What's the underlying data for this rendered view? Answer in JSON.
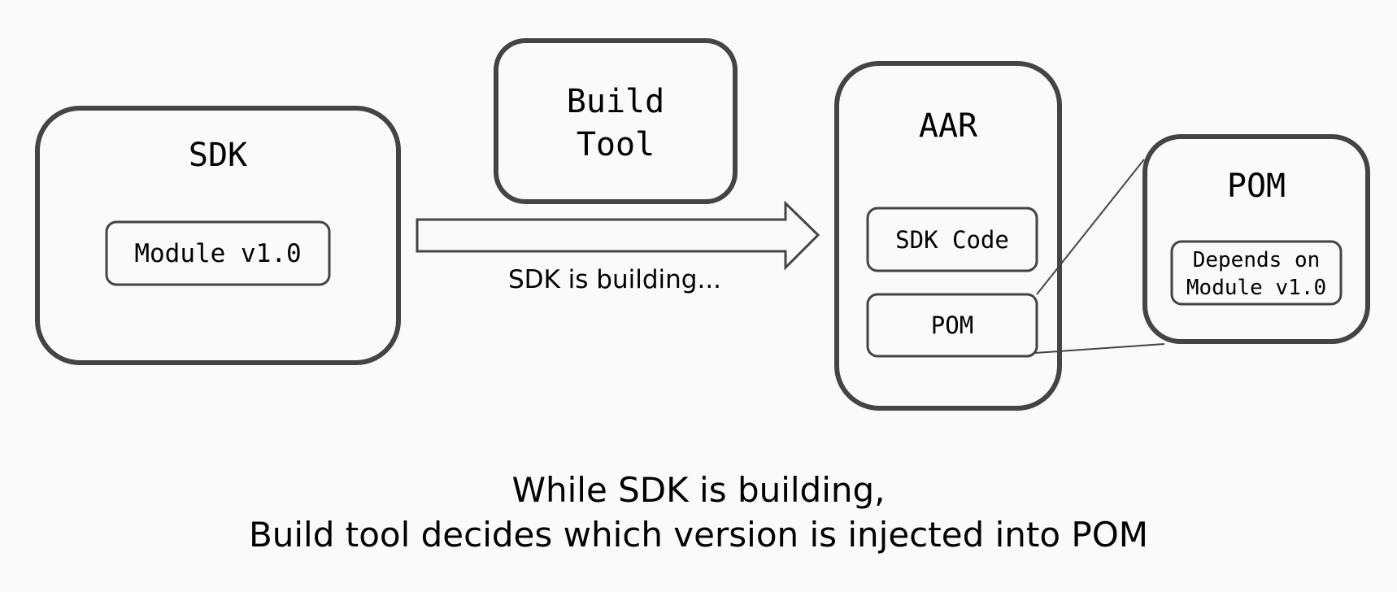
{
  "diagram": {
    "sdk_box": {
      "title": "SDK",
      "module": "Module v1.0"
    },
    "build_tool": {
      "line1": "Build",
      "line2": "Tool"
    },
    "arrow": {
      "label": "SDK is building..."
    },
    "aar_box": {
      "title": "AAR",
      "sdk_code": "SDK Code",
      "pom": "POM"
    },
    "pom_detail": {
      "title": "POM",
      "line1": "Depends on",
      "line2": "Module v1.0"
    },
    "caption": {
      "line1": "While SDK is building,",
      "line2": "Build tool decides which version is injected into POM"
    },
    "colors": {
      "stroke": "#444444",
      "background": "#fafafa",
      "text": "#000000"
    }
  }
}
